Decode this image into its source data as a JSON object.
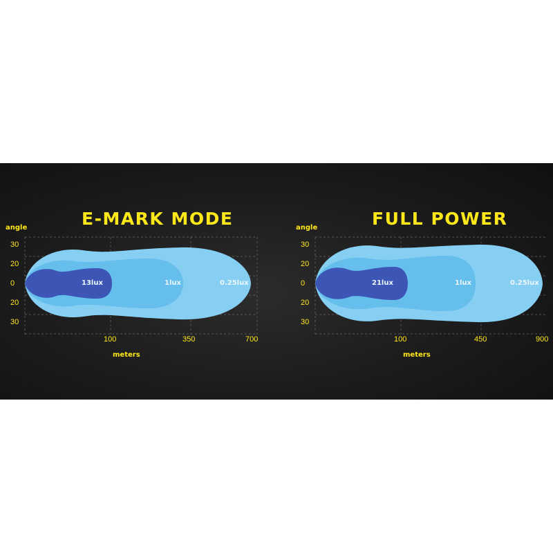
{
  "panels": [
    {
      "title": "E-MARK MODE",
      "angle_label": "angle",
      "angle_ticks": [
        "30",
        "20",
        "0",
        "20",
        "30"
      ],
      "distance_ticks": [
        "100",
        "350",
        "700"
      ],
      "distance_label": "meters",
      "lux_labels": [
        "13lux",
        "1lux",
        "0.25lux"
      ]
    },
    {
      "title": "FULL POWER",
      "angle_label": "angle",
      "angle_ticks": [
        "30",
        "20",
        "0",
        "20",
        "30"
      ],
      "distance_ticks": [
        "100",
        "450",
        "900"
      ],
      "distance_label": "meters",
      "lux_labels": [
        "21lux",
        "1lux",
        "0.25lux"
      ]
    }
  ],
  "colors": {
    "background": "#1b1b1b",
    "label_yellow": "#ffe81a",
    "beam_outer": "#7ec7ef",
    "beam_middle": "#4aa9e6",
    "beam_inner": "#3a4fb0"
  }
}
